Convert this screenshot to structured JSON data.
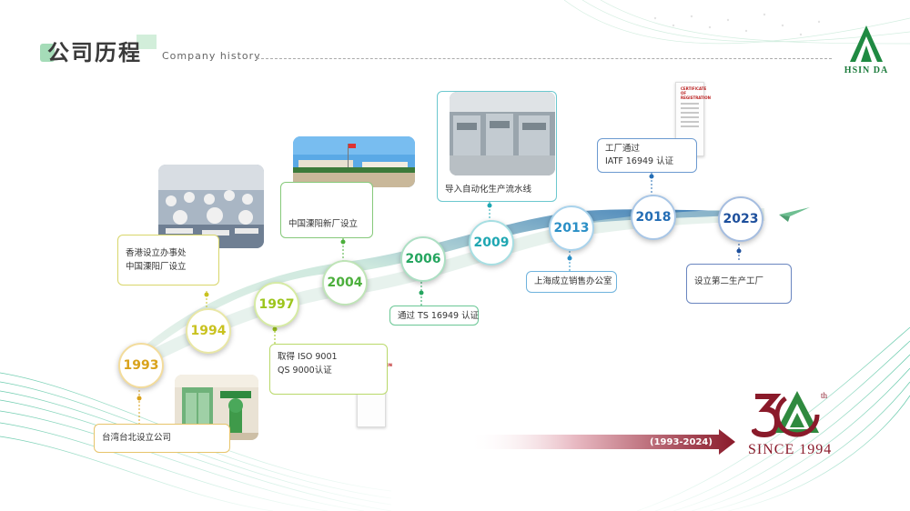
{
  "header": {
    "title": "公司历程",
    "subtitle": "Company history"
  },
  "logo": {
    "text": "HSIN DA"
  },
  "timeline": [
    {
      "year": "1993",
      "color": "#d9a21b",
      "label": "台湾台北设立公司"
    },
    {
      "year": "1994",
      "color": "#c9c21f",
      "label_lines": [
        "香港设立办事处",
        "中国溧阳厂设立"
      ]
    },
    {
      "year": "1997",
      "color": "#9cc51c",
      "label_lines": [
        "取得 ISO 9001",
        "QS 9000认证"
      ]
    },
    {
      "year": "2004",
      "color": "#4caf3c",
      "label": "中国溧阳新厂设立"
    },
    {
      "year": "2006",
      "color": "#25a55f",
      "label": "通过 TS 16949 认证"
    },
    {
      "year": "2009",
      "color": "#1fa7b2",
      "label": "导入自动化生产流水线"
    },
    {
      "year": "2013",
      "color": "#2a8fc6",
      "label": "上海成立销售办公室"
    },
    {
      "year": "2018",
      "color": "#256eb5",
      "label_lines": [
        "工厂通过",
        "IATF 16949 认证"
      ]
    },
    {
      "year": "2023",
      "color": "#1d4f9c",
      "label": "设立第二生产工厂"
    }
  ],
  "certificate": {
    "heading": "CERTIFICATE OF REGISTRATION"
  },
  "anniversary": {
    "number": "30",
    "suffix": "th",
    "since": "SINCE 1994",
    "range": "(1993-2024)"
  },
  "colors": {
    "brand_green": "#1a7a3a",
    "anniversary_red": "#8a1a2a"
  }
}
